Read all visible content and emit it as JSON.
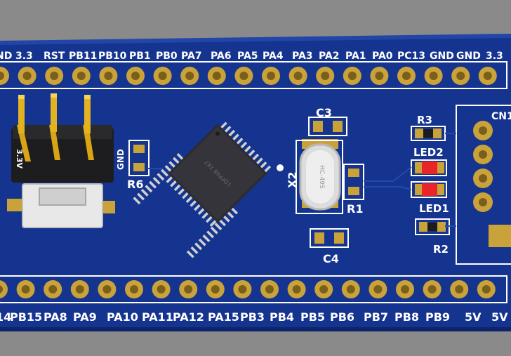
{
  "board": {
    "colors": {
      "background": "#8a8a8a",
      "pcb": "#15348f",
      "pcb_dark": "#0e246a",
      "silkscreen": "#ffffff",
      "copper": "#c9a23a",
      "gold_pin": "#d9a514",
      "led_red": "#e8262a",
      "chip": "#2c2c30"
    },
    "top_header_labels": [
      "ND",
      "3.3",
      "RST",
      "PB11",
      "PB10",
      "PB1",
      "PB0",
      "PA7",
      "PA6",
      "PA5",
      "PA4",
      "PA3",
      "PA2",
      "PA1",
      "PA0",
      "PC13",
      "GND",
      "GND",
      "3.3"
    ],
    "bottom_header_labels": [
      "14",
      "PB15",
      "PA8",
      "PA9",
      "PA10",
      "PA11",
      "PA12",
      "PA15",
      "PB3",
      "PB4",
      "PB5",
      "PB6",
      "PB7",
      "PB8",
      "PB9",
      "5V",
      "5V"
    ],
    "components": {
      "c3": "C3",
      "c4": "C4",
      "r1": "R1",
      "r2": "R2",
      "r3": "R3",
      "r6": "R6",
      "x2": "X2",
      "gnd": "GND",
      "led1": "LED1",
      "led2": "LED2",
      "cn": "CN1",
      "swd": "3.3V",
      "mcu_marking": "LQFP48 7X7",
      "crystal_marking": "HC-49S"
    }
  }
}
